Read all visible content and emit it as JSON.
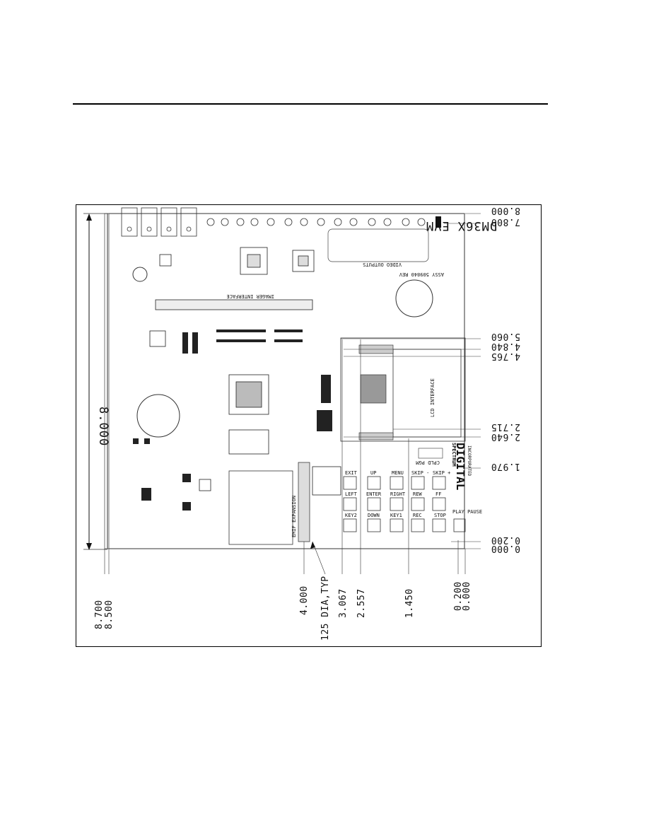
{
  "board": {
    "title": "DM36X EVM",
    "assy": "ASSY 509840 REV",
    "overall_dimension": "8.000"
  },
  "labels": {
    "video_outputs": "VIDEO OUTPUTS",
    "imager_interface": "IMAGER INTERFACE",
    "lcd_interface": "LCD INTERFACE",
    "emif_expansion": "EMIF EXPANSION",
    "cpld_pgm": "CPLD PGM",
    "brand_spectrum": "SPECTRUM",
    "brand_digital": "DIGITAL",
    "brand_inc": "INCORPORATED"
  },
  "buttons": [
    "EXIT",
    "UP",
    "MENU",
    "SKIP -",
    "SKIP +",
    "LEFT",
    "ENTER",
    "RIGHT",
    "REW",
    "FF",
    "KEY2",
    "DOWN",
    "KEY1",
    "REC",
    "STOP",
    "PLAY PAUSE"
  ],
  "right_dims": [
    "8.000",
    "7.800",
    "5.060",
    "4.840",
    "4.765",
    "2.715",
    "2.640",
    "1.970",
    "0.200",
    "0.000"
  ],
  "bottom_dims": [
    "8.700",
    "8.500",
    "4.000",
    "125 DIA,TYP",
    "3.067",
    "2.557",
    "1.450",
    "0.200",
    "0.000"
  ],
  "colors": {
    "ink": "#111111",
    "line": "#555555"
  }
}
